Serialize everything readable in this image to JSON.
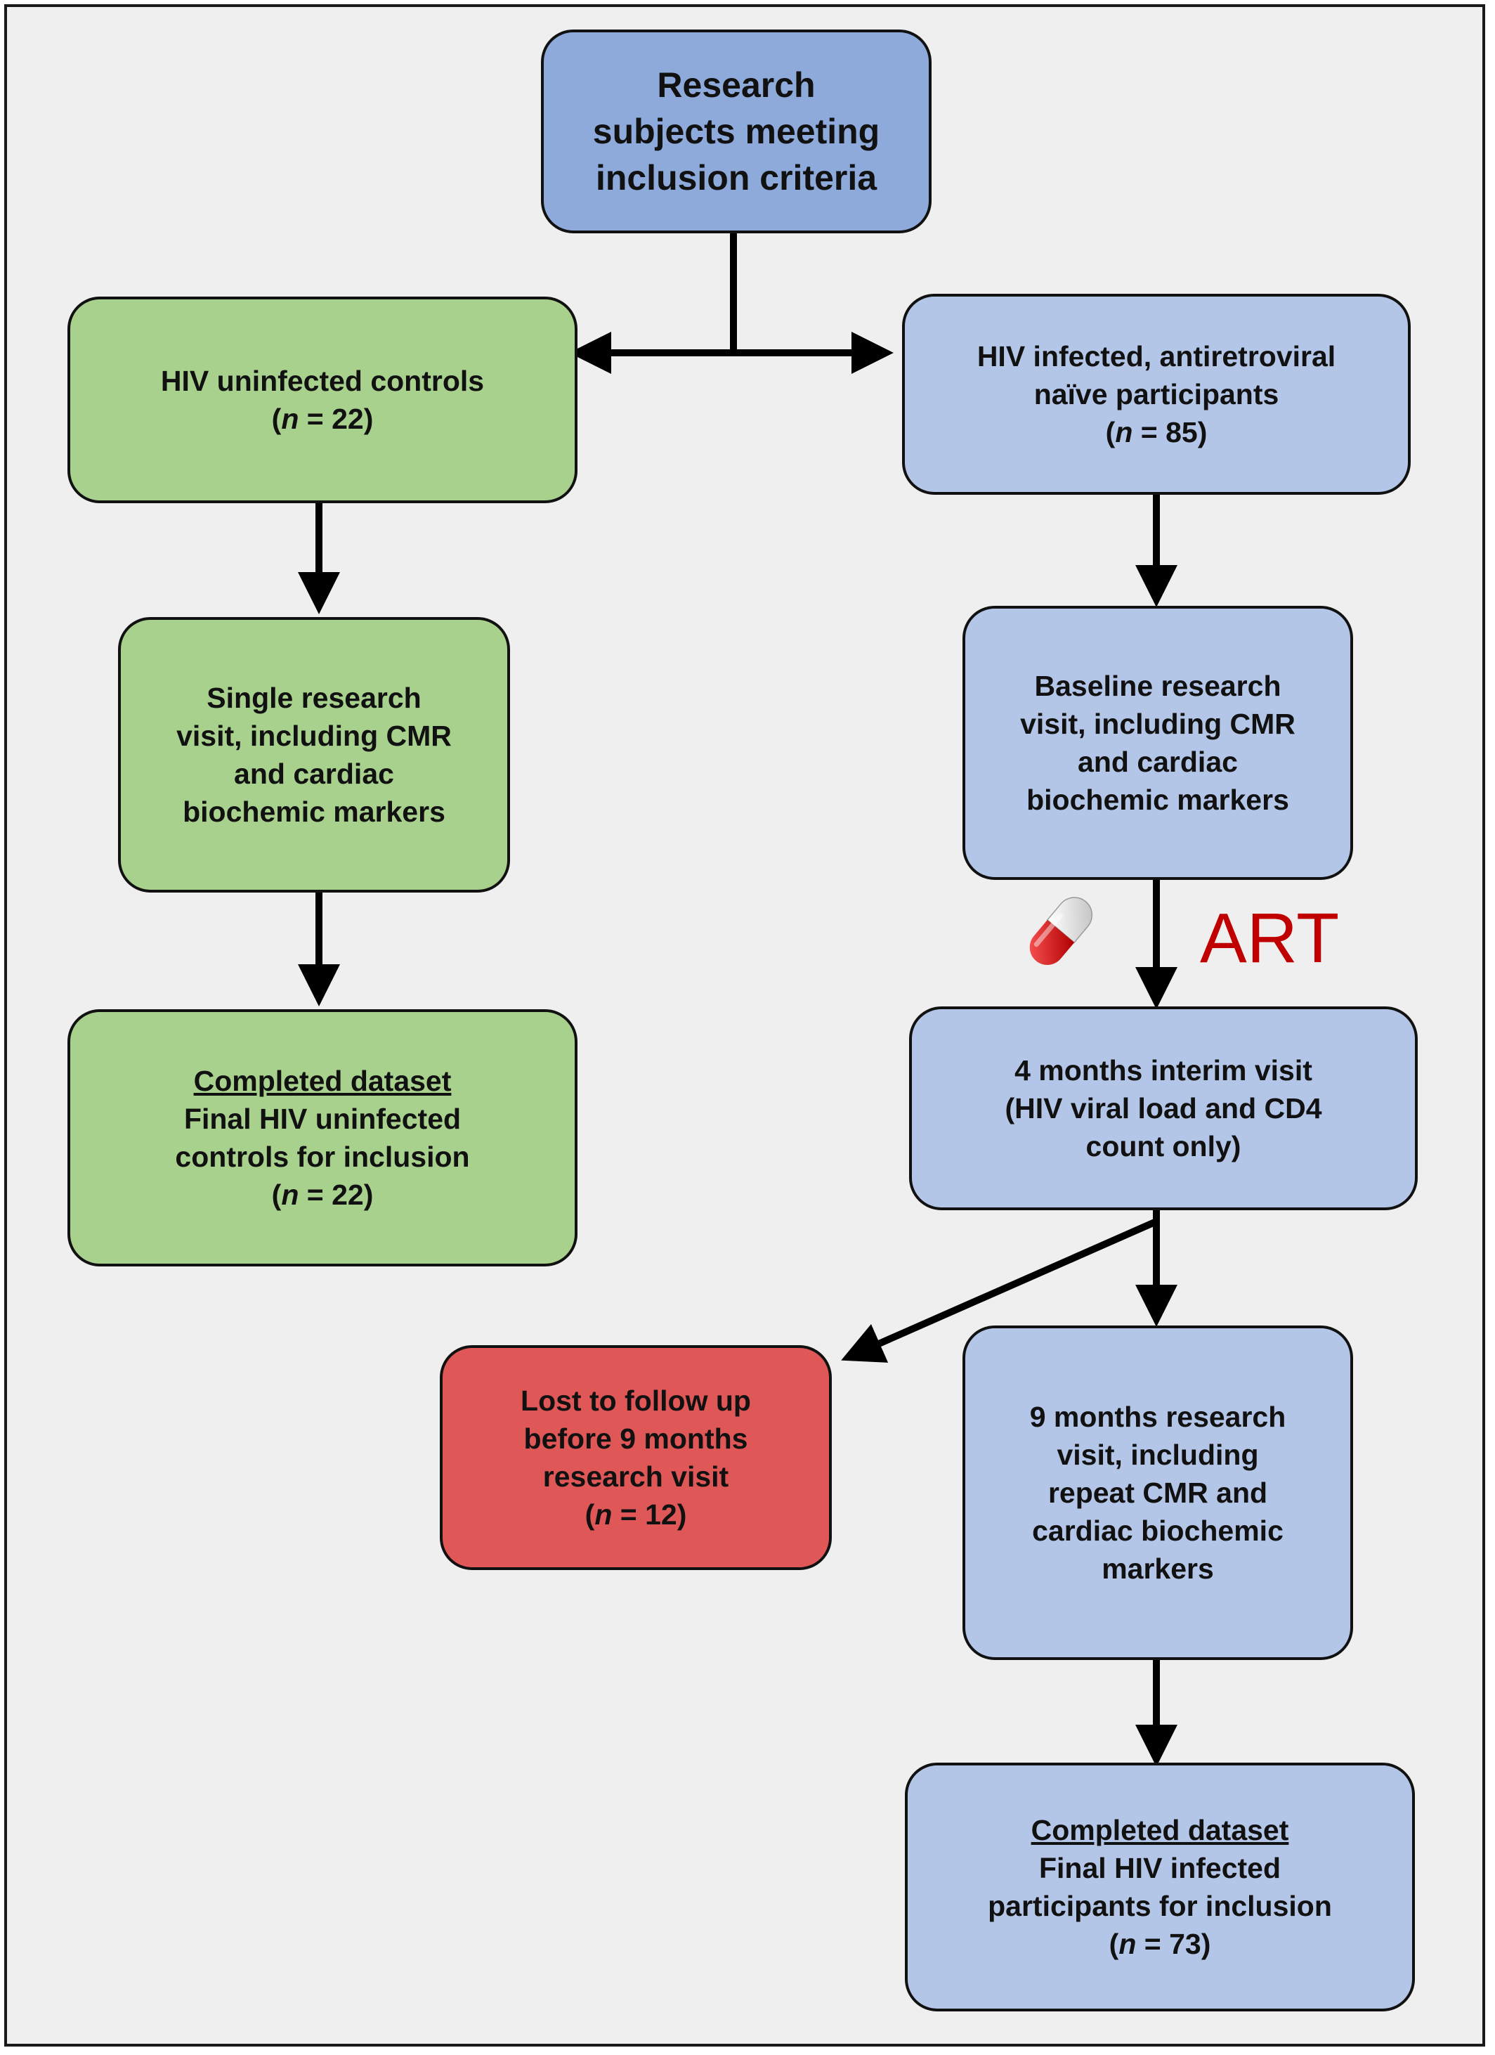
{
  "nodes": {
    "root": {
      "line1": "Research",
      "line2": "subjects meeting",
      "line3": "inclusion criteria"
    },
    "controls": {
      "line1": "HIV uninfected controls",
      "n_prefix": "(",
      "n_var": "n",
      "n_suffix": " = 22)"
    },
    "infected": {
      "line1": "HIV infected, antiretroviral",
      "line2": "naïve participants",
      "n_prefix": "(",
      "n_var": "n",
      "n_suffix": " = 85)"
    },
    "single_visit": {
      "line1": "Single research",
      "line2": "visit, including CMR",
      "line3": "and cardiac",
      "line4": "biochemic markers"
    },
    "baseline_visit": {
      "line1": "Baseline research",
      "line2": "visit, including CMR",
      "line3": "and cardiac",
      "line4": "biochemic markers"
    },
    "controls_complete": {
      "line1": "Completed dataset",
      "line2": "Final HIV uninfected",
      "line3": "controls for inclusion",
      "n_prefix": "(",
      "n_var": "n",
      "n_suffix": " = 22)"
    },
    "interim_visit": {
      "line1": "4 months interim visit",
      "line2": "(HIV viral load and CD4",
      "line3": "count only)"
    },
    "lost_followup": {
      "line1": "Lost to follow up",
      "line2": "before 9 months",
      "line3": "research visit",
      "n_prefix": "(",
      "n_var": "n",
      "n_suffix": " = 12)"
    },
    "nine_month_visit": {
      "line1": "9 months research",
      "line2": "visit, including",
      "line3": "repeat  CMR and",
      "line4": "cardiac biochemic",
      "line5": "markers"
    },
    "infected_complete": {
      "line1": "Completed dataset",
      "line2": "Final HIV infected",
      "line3": "participants for inclusion",
      "n_prefix": "(",
      "n_var": "n",
      "n_suffix": " = 73)"
    }
  },
  "treatment_label": "ART",
  "icons": {
    "pill": "pill-capsule-icon"
  },
  "colors": {
    "root": "#8eaadb",
    "infected_branch": "#b4c6e7",
    "control_branch": "#a9d18e",
    "lost": "#e05757",
    "treatment_label": "#c00000"
  }
}
